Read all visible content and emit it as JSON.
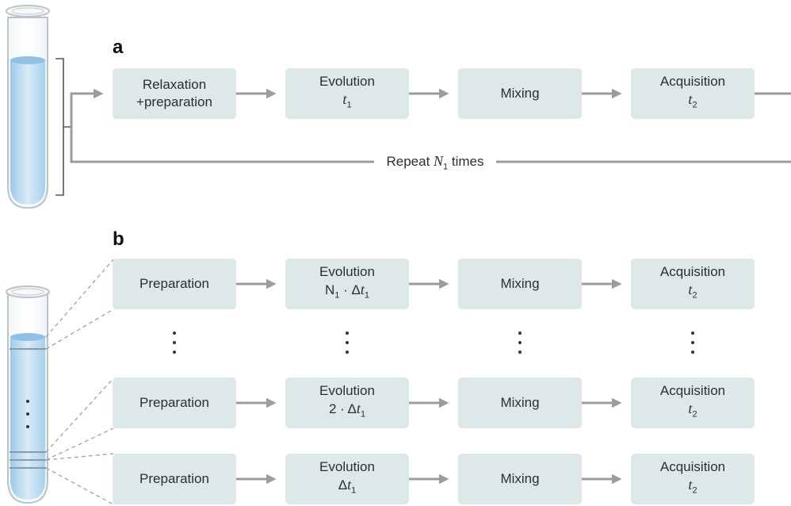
{
  "panels": {
    "a": "a",
    "b": "b"
  },
  "row_a": {
    "relaxation": [
      "Relaxation",
      "+preparation"
    ],
    "evolution": [
      "Evolution",
      "t",
      "1"
    ],
    "mixing": "Mixing",
    "acquisition": [
      "Acquisition",
      "t",
      "2"
    ],
    "repeat": [
      "Repeat ",
      "N",
      "1",
      " times"
    ]
  },
  "row_b": {
    "preparation": "Preparation",
    "evolution_label": "Evolution",
    "evo_n": [
      "N",
      "1",
      " · Δ",
      "t",
      "1"
    ],
    "evo_2": [
      "2 · Δ",
      "t",
      "1"
    ],
    "evo_1": [
      "Δ",
      "t",
      "1"
    ],
    "mixing": "Mixing",
    "acquisition": [
      "Acquisition",
      "t",
      "2"
    ]
  }
}
